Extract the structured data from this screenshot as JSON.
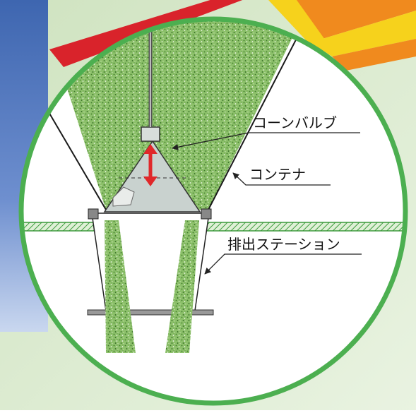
{
  "labels": {
    "cone_valve": "コーンバルブ",
    "container": "コンテナ",
    "discharge_station": "排出ステーション"
  },
  "colors": {
    "background_top": "#dfefd4",
    "left_panel": "#5b7fbf",
    "circle_border": "#4caf50",
    "granular_fill": "#8cc06a",
    "cone_fill": "#c9d2cf",
    "arrow": "#e0282a",
    "stripe_red": "#d9232b",
    "stripe_orange": "#f08a1e",
    "stripe_yellow": "#f6d21c",
    "floor_hatch": "#3c9a3c"
  },
  "icons": {
    "direction_arrow": "double-headed-vertical-arrow"
  }
}
